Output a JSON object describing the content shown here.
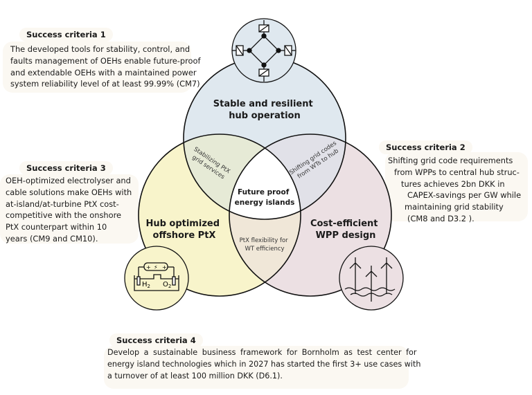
{
  "colors": {
    "hub_circle": "#dfe8ef",
    "ptx_circle": "#f8f4cb",
    "wpp_circle": "#ece0e3",
    "hub_ptx_overlap": "#e6ead6",
    "hub_wpp_overlap": "#e1e1e8",
    "ptx_wpp_overlap": "#f0e7d8",
    "center": "#ffffff",
    "callout_bg": "#fbf8f2"
  },
  "circles": {
    "hub": {
      "lines": [
        "Stable and resilient",
        "hub operation"
      ],
      "icon": "grid-network-icon"
    },
    "ptx": {
      "lines": [
        "Hub optimized",
        "offshore PtX"
      ],
      "icon": "electrolyser-icon",
      "h2": "H",
      "h2_sub": "2",
      "o2": "O",
      "o2_sub": "2"
    },
    "wpp": {
      "lines": [
        "Cost-efficient",
        "WPP design"
      ],
      "icon": "wind-turbines-icon"
    }
  },
  "overlaps": {
    "hub_ptx": [
      "Stabilizing PtX",
      "grid services"
    ],
    "hub_wpp": [
      "Shifting grid codes",
      "from WTs to hub"
    ],
    "ptx_wpp": [
      "PtX flexibility for",
      "WT efficiency"
    ],
    "center": [
      "Future proof",
      "energy islands"
    ]
  },
  "criteria": [
    {
      "title": "Success criteria 1",
      "lines": [
        "The developed tools for stability, control, and",
        "faults management of OEHs enable future-proof",
        "and extendable OEHs with a maintained power",
        "system reliability level of at least 99.99% (CM7)"
      ]
    },
    {
      "title": "Success criteria 2",
      "lines": [
        "Shifting grid code requirements",
        "from WPPs to central hub struc-",
        "tures achieves 2bn DKK in",
        "CAPEX-savings per GW while",
        "maintaining grid stability",
        "(CM8 and D3.2 )."
      ]
    },
    {
      "title": "Success criteria 3",
      "lines": [
        "OEH-optimized electrolyser and",
        "cable solutions make OEHs with",
        "at-island/at-turbine PtX cost-",
        "competitive with the onshore",
        "PtX counterpart within 10",
        "years (CM9 and CM10)."
      ]
    },
    {
      "title": "Success criteria 4",
      "lines": [
        "Develop a sustainable business framework for Bornholm as test center for",
        "energy island technologies which in 2027 has started the first 3+ use cases with",
        "a turnover of at least 100 million DKK (D6.1)."
      ]
    }
  ]
}
